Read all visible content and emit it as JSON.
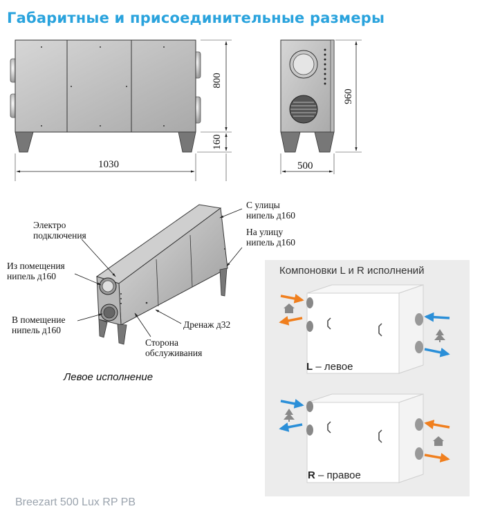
{
  "title": "Габаритные и присоединительные размеры",
  "dimensions": {
    "front_height_upper": "800",
    "front_height_legs": "160",
    "front_width": "1030",
    "side_height": "960",
    "side_width": "500"
  },
  "iso_labels": {
    "electro": "Электро\nподключения",
    "from_room": "Из помещения\nнипель д160",
    "to_room": "В помещение\nнипель д160",
    "from_street": "С улицы\nнипель д160",
    "to_street": "На улицу\nнипель д160",
    "drain": "Дренаж д32",
    "service_side": "Сторона\nобслуживания"
  },
  "caption": "Левое исполнение",
  "layouts": {
    "title": "Компоновки L и R исполнений",
    "left": {
      "code": "L",
      "text": " – левое"
    },
    "right": {
      "code": "R",
      "text": " – правое"
    }
  },
  "colors": {
    "title": "#2aa3dd",
    "arrow_orange": "#f07f1e",
    "arrow_blue": "#2b8fd8",
    "panel_bg": "#ececec"
  },
  "icons": [
    "house-icon",
    "tree-icon"
  ],
  "footer": "Breezart 500 Lux RP PB"
}
